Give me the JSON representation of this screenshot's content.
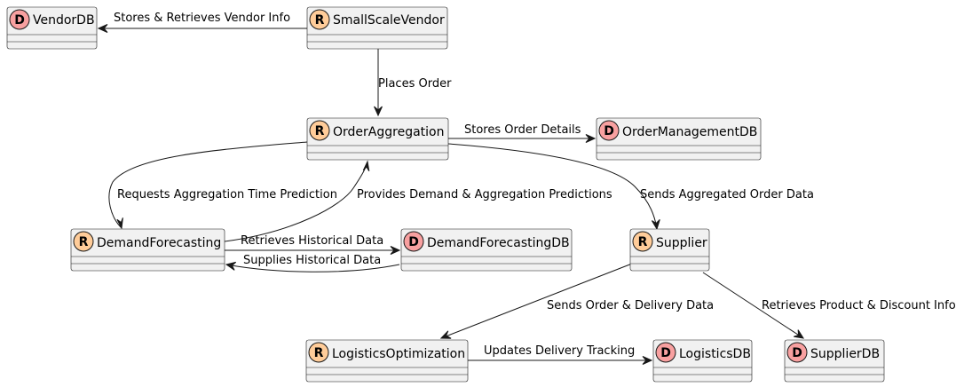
{
  "colors": {
    "background": "#FFFFFF",
    "node_fill": "#F1F1F1",
    "node_border": "#181818",
    "edge": "#181818",
    "badge_R": "#FFCC99",
    "badge_D": "#F8A0A0"
  },
  "nodes": {
    "vendordb": {
      "name": "VendorDB",
      "badge": "D"
    },
    "smallscalevendor": {
      "name": "SmallScaleVendor",
      "badge": "R"
    },
    "orderaggregation": {
      "name": "OrderAggregation",
      "badge": "R"
    },
    "ordermanagementdb": {
      "name": "OrderManagementDB",
      "badge": "D"
    },
    "demandforecasting": {
      "name": "DemandForecasting",
      "badge": "R"
    },
    "demandforecastingdb": {
      "name": "DemandForecastingDB",
      "badge": "D"
    },
    "supplier": {
      "name": "Supplier",
      "badge": "R"
    },
    "logisticsoptimization": {
      "name": "LogisticsOptimization",
      "badge": "R"
    },
    "logisticsdb": {
      "name": "LogisticsDB",
      "badge": "D"
    },
    "supplierdb": {
      "name": "SupplierDB",
      "badge": "D"
    }
  },
  "edges": {
    "vendor_to_vendordb": "Stores & Retrieves Vendor Info",
    "vendor_to_orderagg": "Places Order",
    "orderagg_to_ordermgmt": "Stores Order Details",
    "orderagg_to_demand": "Requests Aggregation Time Prediction",
    "demand_to_orderagg": "Provides Demand & Aggregation Predictions",
    "orderagg_to_supplier": "Sends Aggregated Order Data",
    "demand_to_demanddb": "Retrieves Historical Data",
    "demanddb_to_demand": "Supplies Historical Data",
    "supplier_to_logistics": "Sends Order & Delivery Data",
    "supplier_to_supplierdb": "Retrieves Product & Discount Info",
    "logistics_to_logisticsdb": "Updates Delivery Tracking"
  }
}
